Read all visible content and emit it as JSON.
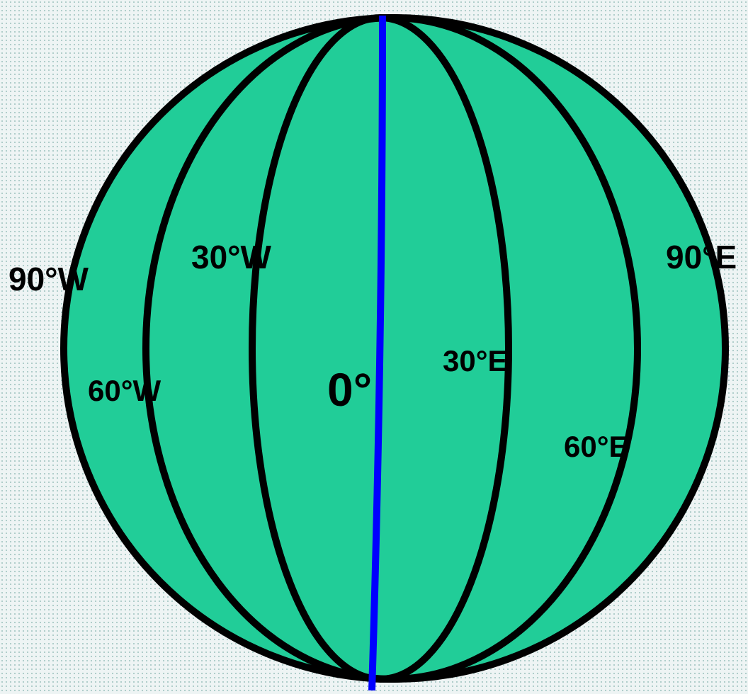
{
  "diagram": {
    "globe_fill": "#21cd98",
    "outline_color": "#000000",
    "prime_meridian_color": "#0000ff",
    "background_color": "#eef4f4",
    "labels": {
      "w90": "90°W",
      "w60": "60°W",
      "w30": "30°W",
      "prime": "0°",
      "e30": "30°E",
      "e60": "60°E",
      "e90": "90°E"
    }
  }
}
